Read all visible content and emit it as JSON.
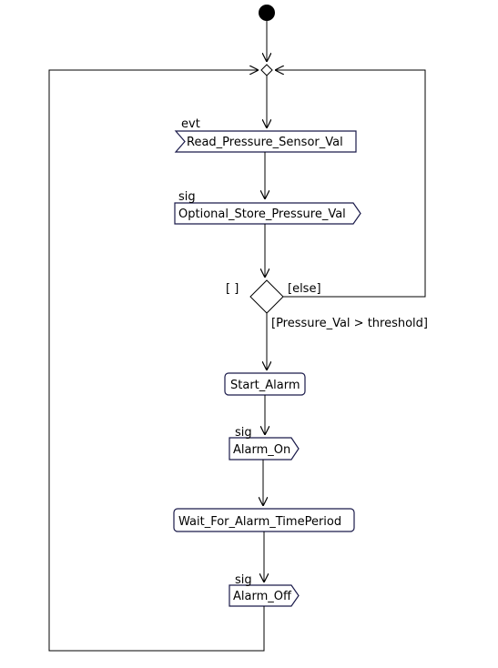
{
  "diagram": {
    "colors": {
      "stroke": "#1a1a4a",
      "line": "#000000",
      "fill": "#ffffff"
    },
    "nodes": {
      "read_event": {
        "stereotype": "evt",
        "label": "Read_Pressure_Sensor_Val"
      },
      "store_signal": {
        "stereotype": "sig",
        "label": "Optional_Store_Pressure_Val"
      },
      "start_alarm": {
        "label": "Start_Alarm"
      },
      "alarm_on": {
        "stereotype": "sig",
        "label": "Alarm_On"
      },
      "wait_alarm": {
        "label": "Wait_For_Alarm_TimePeriod"
      },
      "alarm_off": {
        "stereotype": "sig",
        "label": "Alarm_Off"
      }
    },
    "guards": {
      "empty": "[ ]",
      "else": "[else]",
      "threshold": "[Pressure_Val > threshold]"
    }
  }
}
